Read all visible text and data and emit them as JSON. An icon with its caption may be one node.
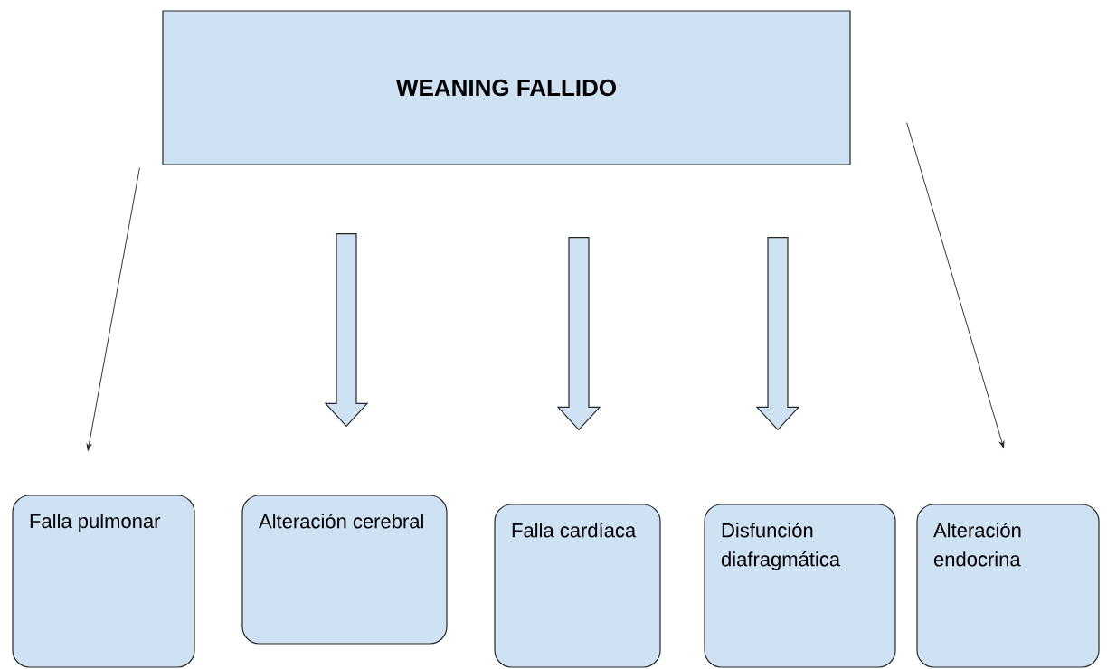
{
  "diagram": {
    "nodes": [
      {
        "text": [
          "WEANING FALLIDO"
        ]
      },
      {
        "text": [
          "Falla pulmonar"
        ]
      },
      {
        "text": [
          "Alteración cerebral"
        ]
      },
      {
        "text": [
          "Falla cardíaca"
        ]
      },
      {
        "text": [
          "Disfunción diafragmática"
        ]
      },
      {
        "text": [
          "Alteración endocrina"
        ]
      }
    ],
    "edges": [
      {
        "from": 0,
        "to": 1,
        "arrow": "to"
      },
      {
        "from": 0,
        "to": 2,
        "arrow": "to",
        "style": "thick"
      },
      {
        "from": 0,
        "to": 3,
        "arrow": "to",
        "style": "thick"
      },
      {
        "from": 0,
        "to": 4,
        "arrow": "to",
        "style": "thick"
      },
      {
        "from": 0,
        "to": 5,
        "arrow": "to"
      }
    ]
  }
}
